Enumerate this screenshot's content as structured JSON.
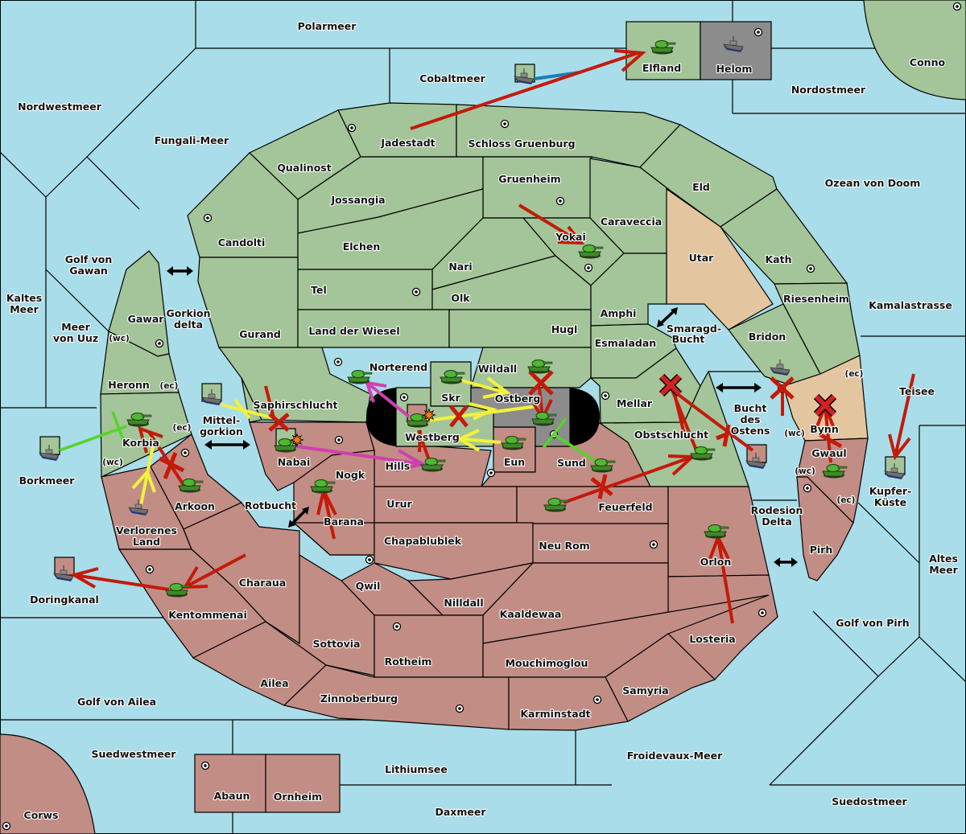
{
  "map": {
    "colors": {
      "sea": "#a9dde9",
      "power_green": "#a3c599",
      "power_red": "#c28d85",
      "neutral_tan": "#e3c59f",
      "neutral_grey": "#8c8c8c",
      "move_order": "#c41a0a",
      "support_order_yellow": "#f2f23a",
      "support_order_green": "#55d42a",
      "convoy_order": "#d040b0",
      "fleet_move": "#1a7fb0"
    },
    "seas": {
      "polarmeer": "Polarmeer",
      "cobaltmeer": "Cobaltmeer",
      "nordwestmeer": "Nordwestmeer",
      "fungali": "Fungali-Meer",
      "nordostmeer": "Nordostmeer",
      "ozean_von_doom": "Ozean von Doom",
      "kamalastrasse": "Kamalastrasse",
      "golf_von_gawan_1": "Golf von",
      "golf_von_gawan_2": "Gawan",
      "kaltes_meer_1": "Kaltes",
      "kaltes_meer_2": "Meer",
      "meer_von_uuz_1": "Meer",
      "meer_von_uuz_2": "von Uuz",
      "gorkion_delta_1": "Gorkion",
      "gorkion_delta_2": "delta",
      "mittelgorkion_1": "Mittel-",
      "mittelgorkion_2": "gorkion",
      "borkmeer": "Borkmeer",
      "rotbucht": "Rotbucht",
      "doringkanal": "Doringkanal",
      "golf_von_ailea": "Golf von Ailea",
      "suedwestmeer": "Suedwestmeer",
      "lithiumsee": "Lithiumsee",
      "daxmeer": "Daxmeer",
      "froidevaux": "Froidevaux-Meer",
      "suedostmeer": "Suedostmeer",
      "golf_von_pirh": "Golf von Pirh",
      "altes_meer_1": "Altes",
      "altes_meer_2": "Meer",
      "kupferkueste_1": "Kupfer-",
      "kupferkueste_2": "Küste",
      "teisee": "Teisee",
      "rodesion_delta_1": "Rodesion",
      "rodesion_delta_2": "Delta",
      "bucht_des_ostens_1": "Bucht",
      "bucht_des_ostens_2": "des",
      "bucht_des_ostens_3": "Ostens",
      "smaragd_bucht_1": "Smaragd-",
      "smaragd_bucht_2": "Bucht"
    },
    "lands": {
      "elfland": "Elfland",
      "helom": "Helom",
      "conno": "Conno",
      "jadestadt": "Jadestadt",
      "schloss_gruenburg": "Schloss Gruenburg",
      "qualinost": "Qualinost",
      "gruenheim": "Gruenheim",
      "eld": "Eld",
      "jossangia": "Jossangia",
      "caraveccia": "Caraveccia",
      "candolti": "Candolti",
      "elchen": "Elchen",
      "yokai": "Yokai",
      "utar": "Utar",
      "kath": "Kath",
      "nari": "Nari",
      "tel": "Tel",
      "olk": "Olk",
      "riesenheim": "Riesenheim",
      "amphi": "Amphi",
      "gurand": "Gurand",
      "land_der_wiesel": "Land der Wiesel",
      "hugl": "Hugl",
      "bridon": "Bridon",
      "esmaladan": "Esmaladan",
      "gawar": "Gawar",
      "norterend": "Norterend",
      "wildall": "Wildall",
      "heronn": "Heronn",
      "skr": "Skr",
      "ostberg": "Ostberg",
      "saphirschlucht": "Saphirschlucht",
      "mellar": "Mellar",
      "bynn": "Bynn",
      "korbia": "Korbia",
      "westberg": "Westberg",
      "obstschlucht": "Obstschlucht",
      "nabai": "Nabai",
      "eun": "Eun",
      "sund": "Sund",
      "gwaul": "Gwaul",
      "hills": "Hills",
      "nogk": "Nogk",
      "arkoon": "Arkoon",
      "urur": "Urur",
      "feuerfeld": "Feuerfeld",
      "barana": "Barana",
      "verlorenes_land_1": "Verlorenes",
      "verlorenes_land_2": "Land",
      "chapablublek": "Chapablublek",
      "neu_rom": "Neu Rom",
      "orlon": "Orlon",
      "pirh": "Pirh",
      "charaua": "Charaua",
      "qwil": "Qwil",
      "nilldall": "Nilldall",
      "kentommenai": "Kentommenai",
      "kaaldewaa": "Kaaldewaa",
      "losteria": "Losteria",
      "sottovia": "Sottovia",
      "rotheim": "Rotheim",
      "mouchimoglou": "Mouchimoglou",
      "ailea": "Ailea",
      "samyria": "Samyria",
      "zinnoberburg": "Zinnoberburg",
      "karminstadt": "Karminstadt",
      "abaun": "Abaun",
      "ornheim": "Ornheim",
      "corws": "Corws"
    },
    "coast_tags": {
      "wc": "(wc)",
      "ec": "(ec)"
    },
    "units": [
      {
        "type": "army",
        "power": "green",
        "location": "Elfland"
      },
      {
        "type": "fleet",
        "power": "grey",
        "location": "Helom"
      },
      {
        "type": "fleet",
        "power": "green",
        "location": "Cobaltmeer"
      },
      {
        "type": "army",
        "power": "green",
        "location": "Yokai"
      },
      {
        "type": "army",
        "power": "green",
        "location": "Norterend"
      },
      {
        "type": "army",
        "power": "green",
        "location": "Skr"
      },
      {
        "type": "army",
        "power": "green",
        "location": "Wildall"
      },
      {
        "type": "army",
        "power": "green",
        "location": "Ostberg"
      },
      {
        "type": "army",
        "power": "red",
        "location": "Westberg",
        "dislodged": true
      },
      {
        "type": "army",
        "power": "green",
        "location": "Eun"
      },
      {
        "type": "army",
        "power": "green",
        "location": "Hills"
      },
      {
        "type": "army",
        "power": "green",
        "location": "Sund"
      },
      {
        "type": "army",
        "power": "green",
        "location": "Nabai",
        "dislodged": true
      },
      {
        "type": "fleet",
        "power": "green",
        "location": "Mittelgorkion"
      },
      {
        "type": "army",
        "power": "green",
        "location": "Korbia"
      },
      {
        "type": "fleet",
        "power": "green",
        "location": "Borkmeer"
      },
      {
        "type": "army",
        "power": "green",
        "location": "Arkoon"
      },
      {
        "type": "fleet",
        "power": "green",
        "location": "Verlorenes Land"
      },
      {
        "type": "army",
        "power": "green",
        "location": "Nogk"
      },
      {
        "type": "army",
        "power": "green",
        "location": "Feuerfeld"
      },
      {
        "type": "army",
        "power": "green",
        "location": "Obstschlucht"
      },
      {
        "type": "army",
        "power": "green",
        "location": "Orlon"
      },
      {
        "type": "army",
        "power": "green",
        "location": "Kentommenai"
      },
      {
        "type": "fleet",
        "power": "red",
        "location": "Doringkanal"
      },
      {
        "type": "fleet",
        "power": "red",
        "location": "Bucht des Ostens"
      },
      {
        "type": "fleet",
        "power": "green",
        "location": "Bridon"
      },
      {
        "type": "army",
        "power": "green",
        "location": "Gwaul"
      },
      {
        "type": "fleet",
        "power": "green",
        "location": "Kupfer-Küste"
      }
    ]
  }
}
